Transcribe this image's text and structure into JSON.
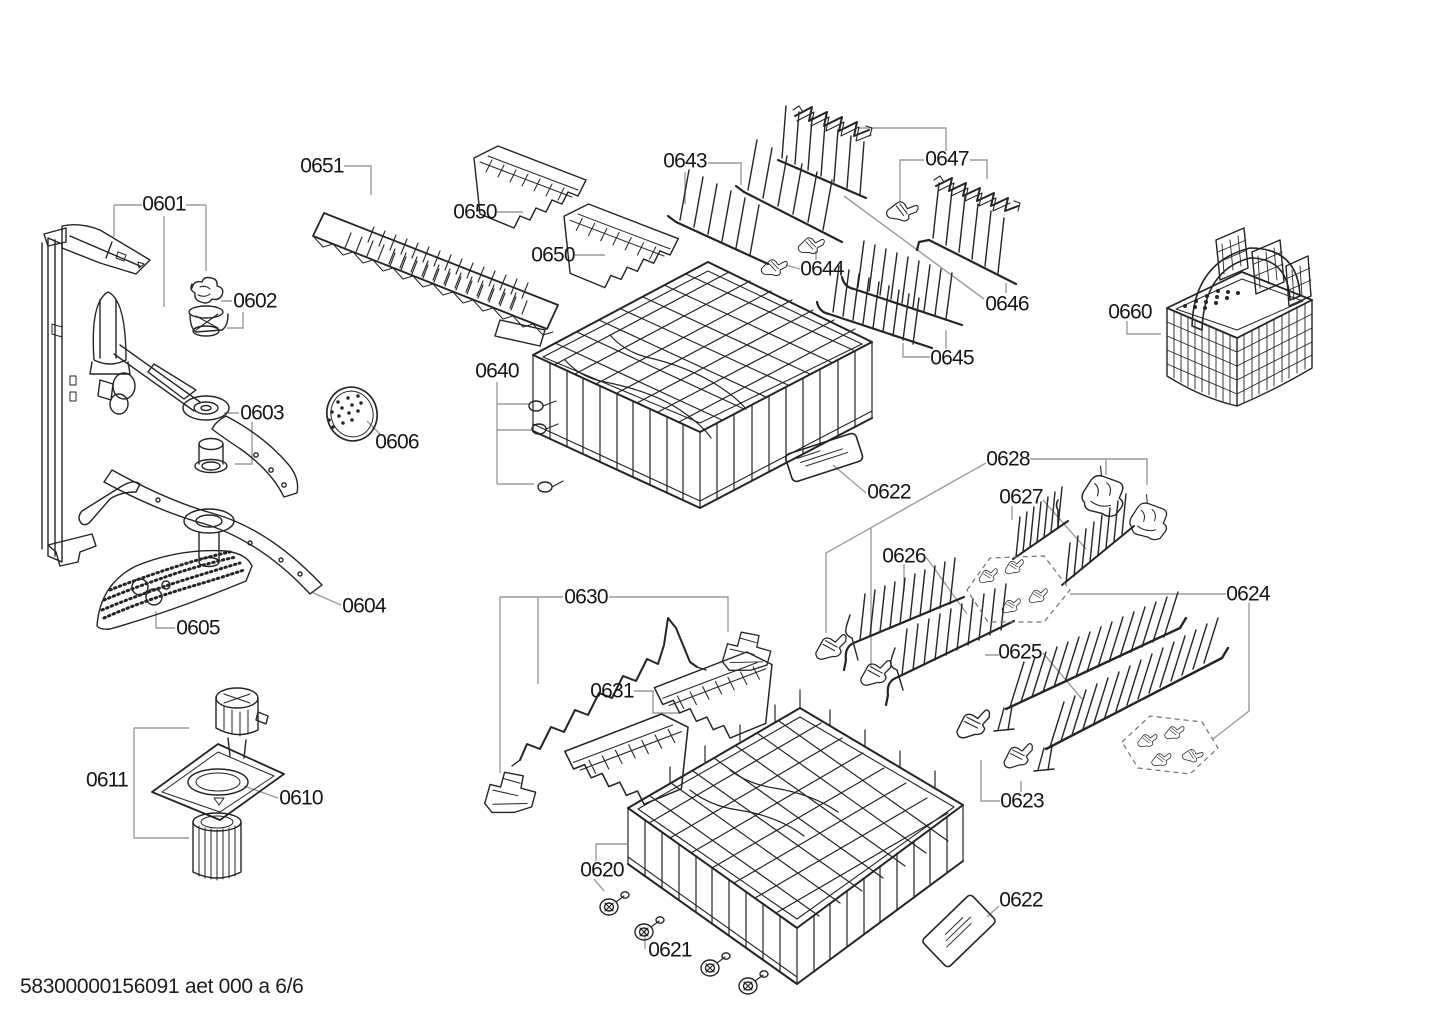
{
  "footer": {
    "text": "58300000156091 aet 000 a 6/6"
  },
  "colors": {
    "background": "#ffffff",
    "line": "#232527",
    "leader": "#9a9c9e",
    "text": "#161616"
  },
  "labels": [
    {
      "text": "0601"
    },
    {
      "text": "0602"
    },
    {
      "text": "0603"
    },
    {
      "text": "0604"
    },
    {
      "text": "0605"
    },
    {
      "text": "0606"
    },
    {
      "text": "0610"
    },
    {
      "text": "0611"
    },
    {
      "text": "0620"
    },
    {
      "text": "0621"
    },
    {
      "text": "0622"
    },
    {
      "text": "0622"
    },
    {
      "text": "0623"
    },
    {
      "text": "0624"
    },
    {
      "text": "0625"
    },
    {
      "text": "0626"
    },
    {
      "text": "0627"
    },
    {
      "text": "0628"
    },
    {
      "text": "0630"
    },
    {
      "text": "0631"
    },
    {
      "text": "0640"
    },
    {
      "text": "0643"
    },
    {
      "text": "0644"
    },
    {
      "text": "0645"
    },
    {
      "text": "0646"
    },
    {
      "text": "0647"
    },
    {
      "text": "0650"
    },
    {
      "text": "0650"
    },
    {
      "text": "0651"
    },
    {
      "text": "0660"
    }
  ]
}
